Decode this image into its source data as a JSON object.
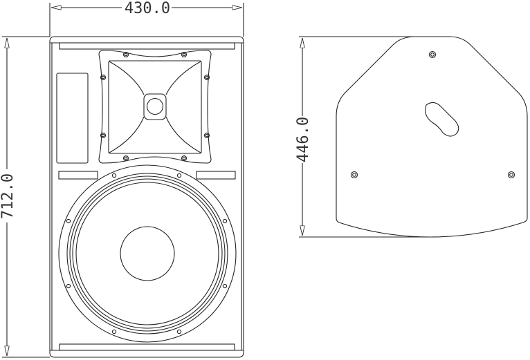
{
  "dimensions": {
    "width": "430.0",
    "height": "712.0",
    "depth": "446.0"
  },
  "views": {
    "front": {
      "label": ""
    },
    "side": {
      "label": ""
    }
  },
  "colors": {
    "line": "#222222",
    "background": "#ffffff"
  }
}
